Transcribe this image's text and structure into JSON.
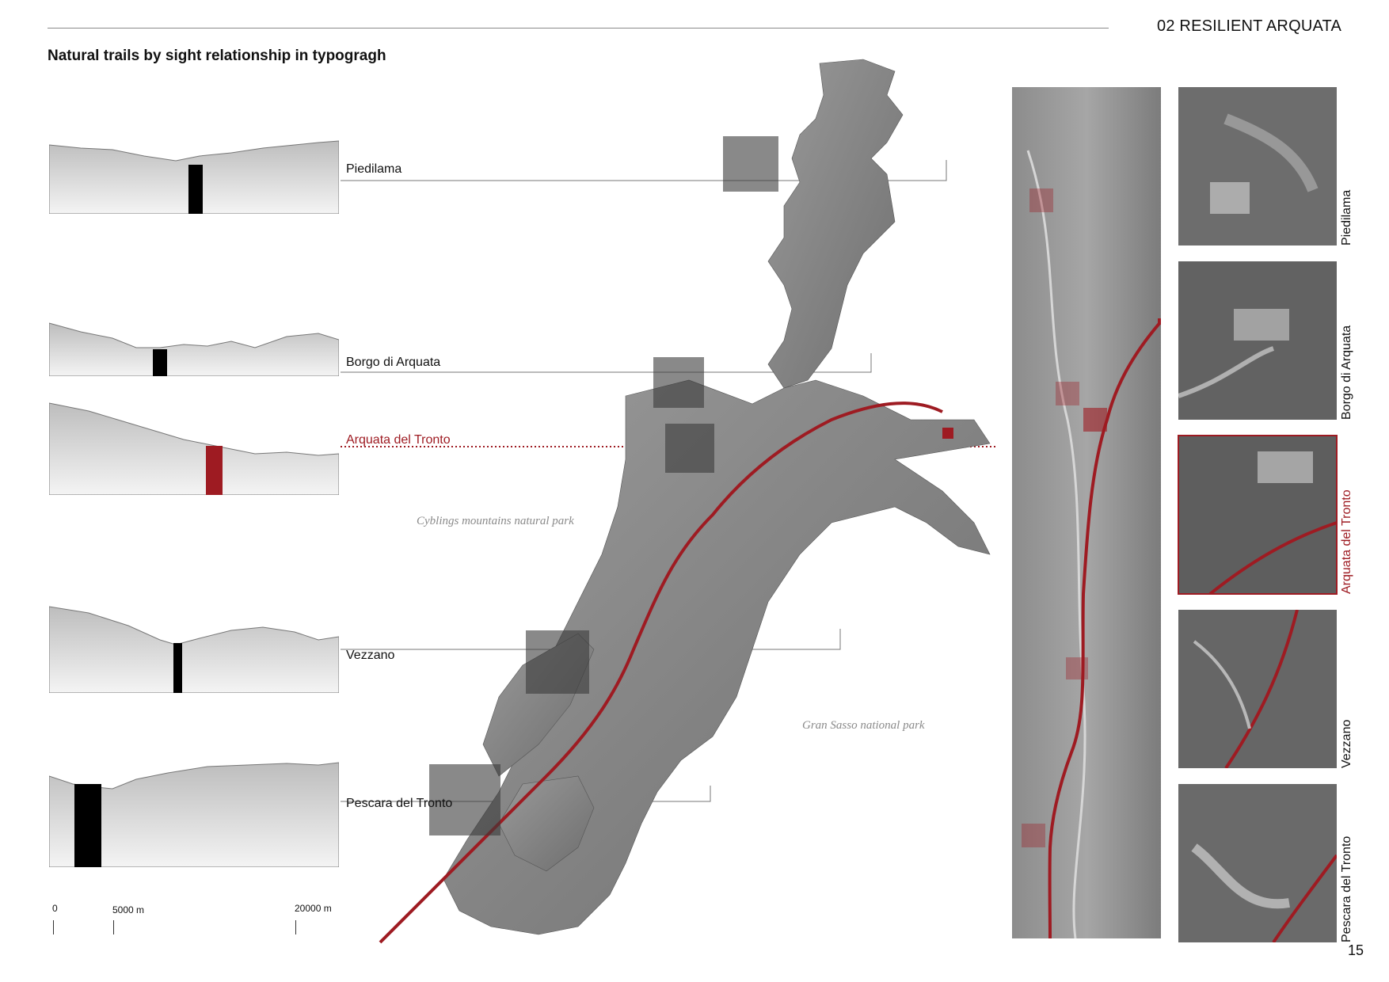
{
  "header": {
    "section": "02 RESILIENT ARQUATA",
    "title": "Natural trails by sight relationship in typogragh"
  },
  "colors": {
    "accent": "#9e1b22",
    "terrain": "#7a7a7a",
    "marker": "#000000"
  },
  "locations": [
    {
      "name": "Piedilama",
      "highlight": false
    },
    {
      "name": "Borgo di Arquata",
      "highlight": false
    },
    {
      "name": "Arquata del Tronto",
      "highlight": true
    },
    {
      "name": "Vezzano",
      "highlight": false
    },
    {
      "name": "Pescara del Tronto",
      "highlight": false
    }
  ],
  "parks": {
    "north": "Cyblings mountains natural park",
    "south": "Gran Sasso national park"
  },
  "scale": {
    "tick0": "0",
    "tick1": "5000 m",
    "tick2": "20000 m"
  },
  "page_number": "15"
}
